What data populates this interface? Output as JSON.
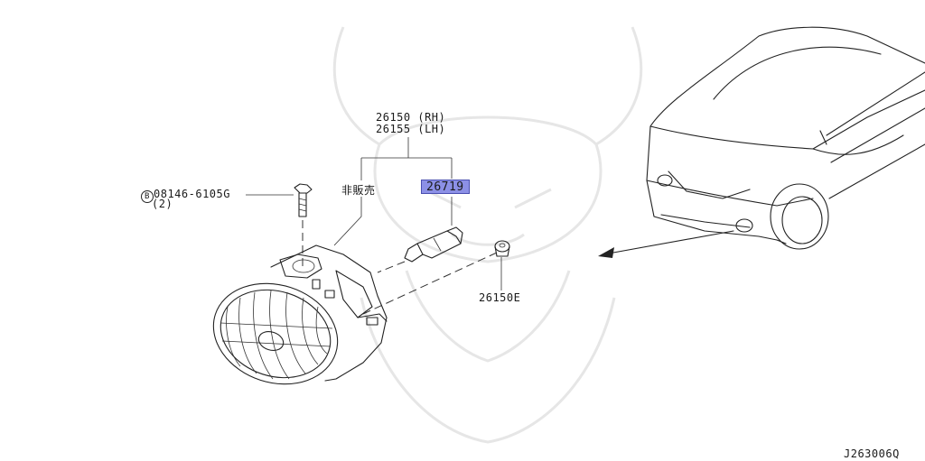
{
  "parts": {
    "lamp_assy_rh": "26150 (RH)",
    "lamp_assy_lh": "26155 (LH)",
    "not_for_sale": "非販売",
    "bulb": "26719",
    "bolt": "08146-6105G",
    "bolt_qty": "(2)",
    "bolt_prefix_symbol": "B",
    "grommet": "26150E"
  },
  "diagram_code": "J263006Q",
  "colors": {
    "highlight": "#8c90e6",
    "line": "#222222",
    "watermark": "#e6e6e6"
  }
}
